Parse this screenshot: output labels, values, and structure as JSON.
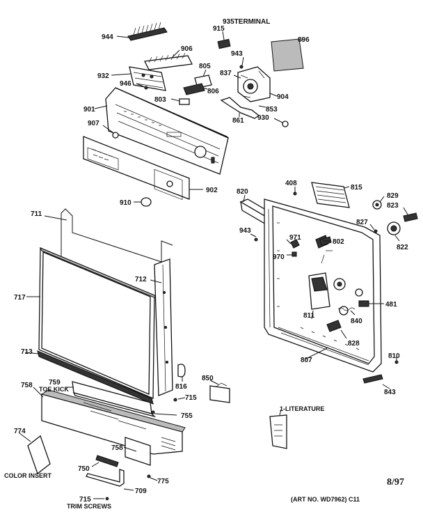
{
  "callouts": {
    "p944": "944",
    "p935": "935TERMINAL",
    "p915": "915",
    "p896": "896",
    "p906": "906",
    "p943a": "943",
    "p932": "932",
    "p805": "805",
    "p837": "837",
    "p946": "946",
    "p803": "803",
    "p806": "806",
    "p904": "904",
    "p901": "901",
    "p853": "853",
    "p861": "861",
    "p930": "930",
    "p907": "907",
    "p902": "902",
    "p910": "910",
    "p820": "820",
    "p408": "408",
    "p815": "815",
    "p829": "829",
    "p823": "823",
    "p711": "711",
    "p827": "827",
    "p943b": "943",
    "p971": "971",
    "p802": "802",
    "p822": "822",
    "p970": "970",
    "p712": "712",
    "p717": "717",
    "p481": "481",
    "p811": "811",
    "p840": "840",
    "p828": "828",
    "p713": "713",
    "p807": "807",
    "p810": "810",
    "p850": "850",
    "p759": "759",
    "p758a": "758",
    "p816": "816",
    "p843": "843",
    "p715a": "715",
    "p755": "755",
    "p774": "774",
    "p758b": "758",
    "p750": "750",
    "p775": "775",
    "p709": "709",
    "p715b": "715"
  },
  "text_labels": {
    "toe_kick": "TOE KICK",
    "literature": "1-LITERATURE",
    "color_insert": "COLOR INSERT",
    "trim_screws": "TRIM SCREWS",
    "art_no": "(ART NO. WD7962)  C11"
  },
  "date_mark": "8/97"
}
